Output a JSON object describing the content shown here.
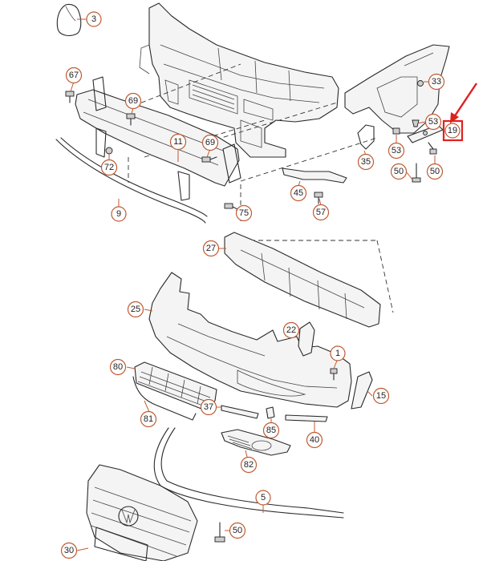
{
  "callouts": [
    {
      "id": "c3",
      "label": "3"
    },
    {
      "id": "c67",
      "label": "67"
    },
    {
      "id": "c69a",
      "label": "69"
    },
    {
      "id": "c72",
      "label": "72"
    },
    {
      "id": "c11",
      "label": "11"
    },
    {
      "id": "c69b",
      "label": "69"
    },
    {
      "id": "c9",
      "label": "9"
    },
    {
      "id": "c75",
      "label": "75"
    },
    {
      "id": "c33",
      "label": "33"
    },
    {
      "id": "c53a",
      "label": "53"
    },
    {
      "id": "c53b",
      "label": "53"
    },
    {
      "id": "c19",
      "label": "19"
    },
    {
      "id": "c35",
      "label": "35"
    },
    {
      "id": "c50a",
      "label": "50"
    },
    {
      "id": "c50b",
      "label": "50"
    },
    {
      "id": "c45",
      "label": "45"
    },
    {
      "id": "c57",
      "label": "57"
    },
    {
      "id": "c27",
      "label": "27"
    },
    {
      "id": "c25",
      "label": "25"
    },
    {
      "id": "c22",
      "label": "22"
    },
    {
      "id": "c1",
      "label": "1"
    },
    {
      "id": "c80",
      "label": "80"
    },
    {
      "id": "c15",
      "label": "15"
    },
    {
      "id": "c81",
      "label": "81"
    },
    {
      "id": "c37",
      "label": "37"
    },
    {
      "id": "c85",
      "label": "85"
    },
    {
      "id": "c40",
      "label": "40"
    },
    {
      "id": "c82",
      "label": "82"
    },
    {
      "id": "c5",
      "label": "5"
    },
    {
      "id": "c50c",
      "label": "50"
    },
    {
      "id": "c30",
      "label": "30"
    }
  ],
  "highlight": {
    "part_number": "19",
    "color": "#e0201e"
  },
  "colors": {
    "callout_stroke": "#c05a30",
    "line": "#2a2a2a",
    "highlight": "#e0201e"
  }
}
